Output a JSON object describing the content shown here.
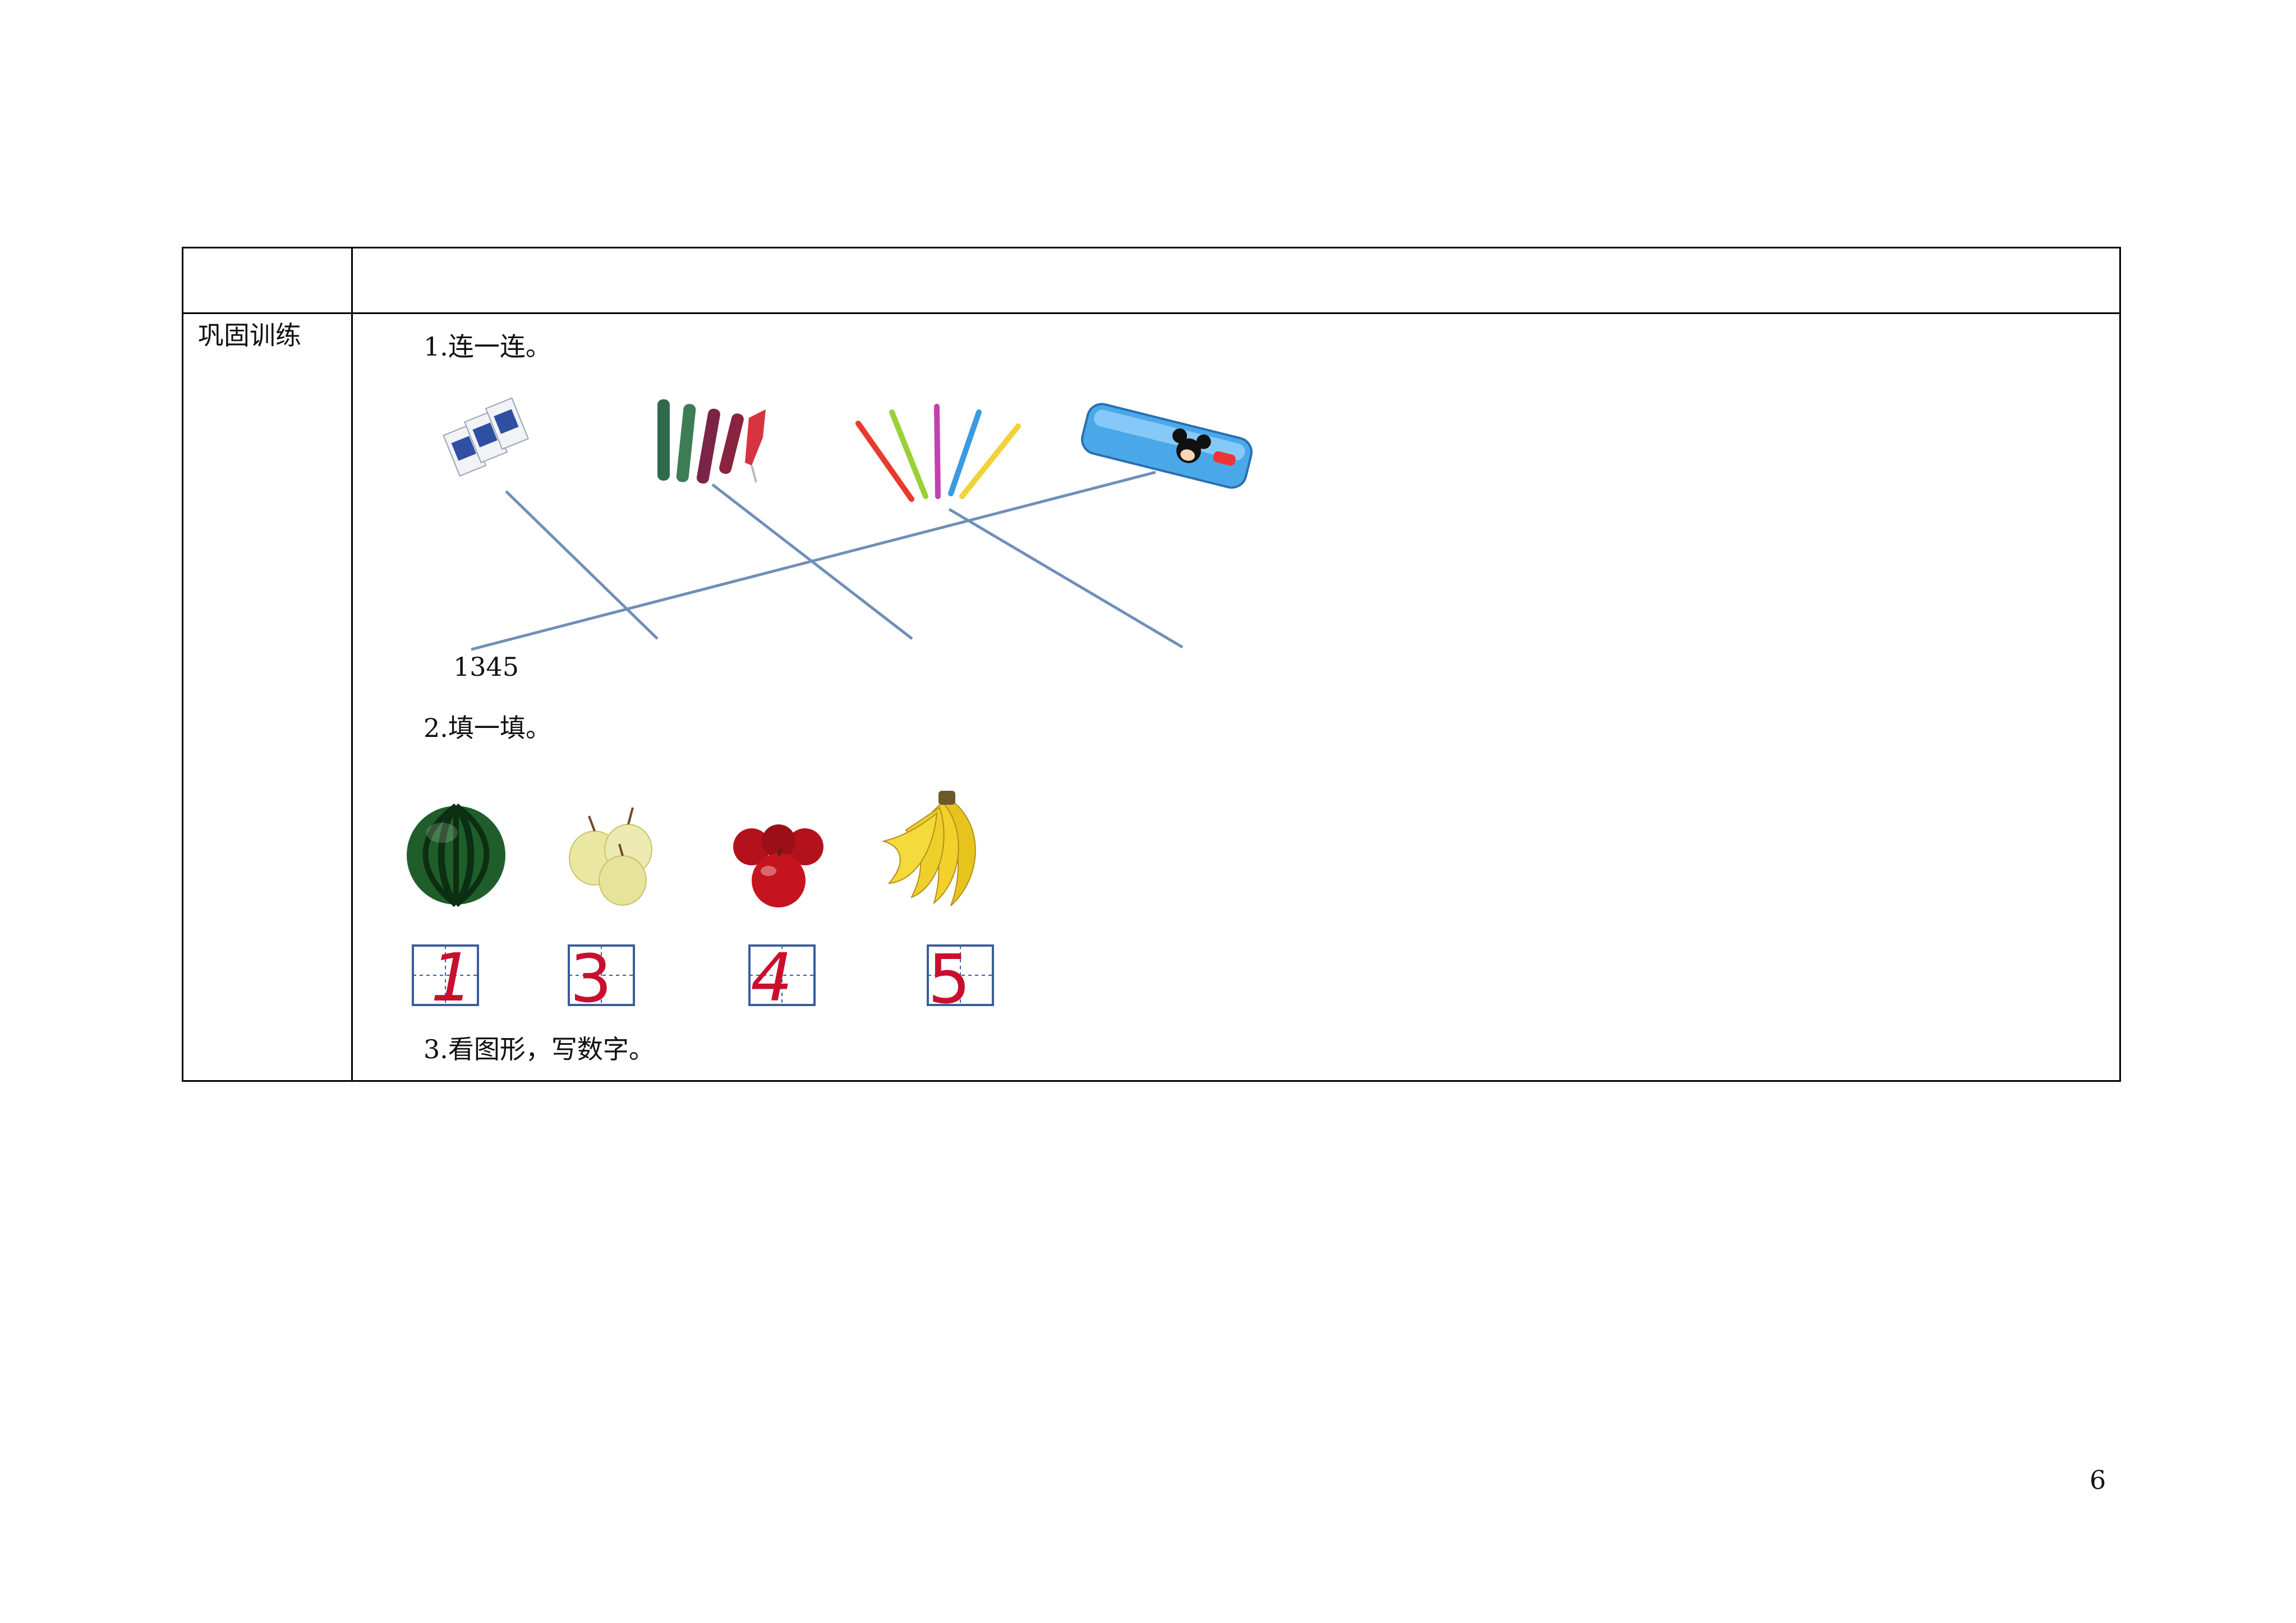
{
  "table": {
    "row_label": "巩固训练"
  },
  "exercise1": {
    "title": "1.连一连。",
    "numbers_text": "1345",
    "items": [
      "eraser-pack",
      "stapler-tools",
      "colored-pencils",
      "pencil-case"
    ]
  },
  "exercise2": {
    "title": "2.填一填。",
    "fruits": [
      "watermelon",
      "pears",
      "apples",
      "bananas"
    ],
    "answers": [
      "1",
      "3",
      "4",
      "5"
    ]
  },
  "exercise3": {
    "title": "3.看图形，写数字。"
  },
  "footer": {
    "page_number": "6"
  },
  "colors": {
    "answer_red": "#c8102e",
    "box_blue": "#3a5d9c",
    "line_blue": "#6f8fb8"
  }
}
